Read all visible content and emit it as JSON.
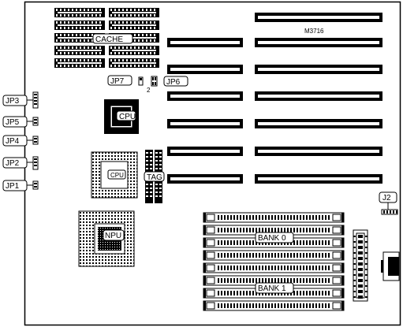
{
  "board": {
    "model": "M3716",
    "labels": {
      "cache": "CACHE",
      "jp7": "JP7",
      "jp6": "JP6",
      "pin2": "2",
      "cpu": "CPU",
      "cpu_socket": "CPU",
      "npu": "NPU",
      "tag": "TAG",
      "jp3": "JP3",
      "jp5": "JP5",
      "jp4": "JP4",
      "jp2": "JP2",
      "jp1": "JP1",
      "j2": "J2",
      "bank0": "BANK 0",
      "bank1": "BANK 1"
    }
  }
}
